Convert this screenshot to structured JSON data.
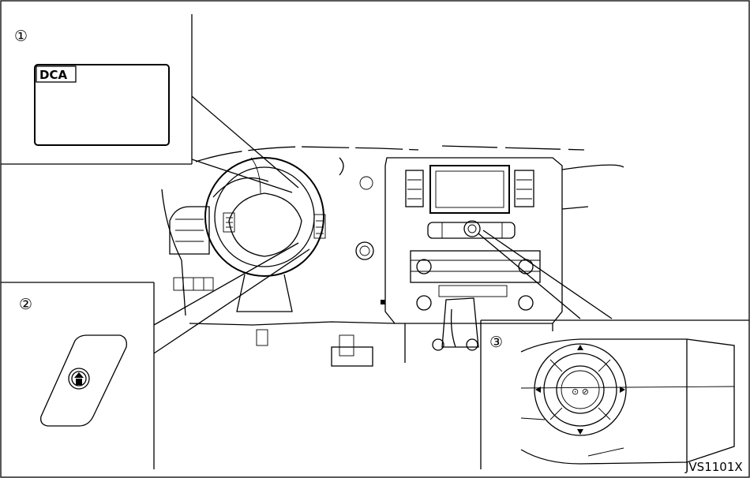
{
  "callouts": {
    "one": "①",
    "two": "②",
    "three": "③"
  },
  "display_label": "DCA",
  "figure_code": "JVS1101X"
}
